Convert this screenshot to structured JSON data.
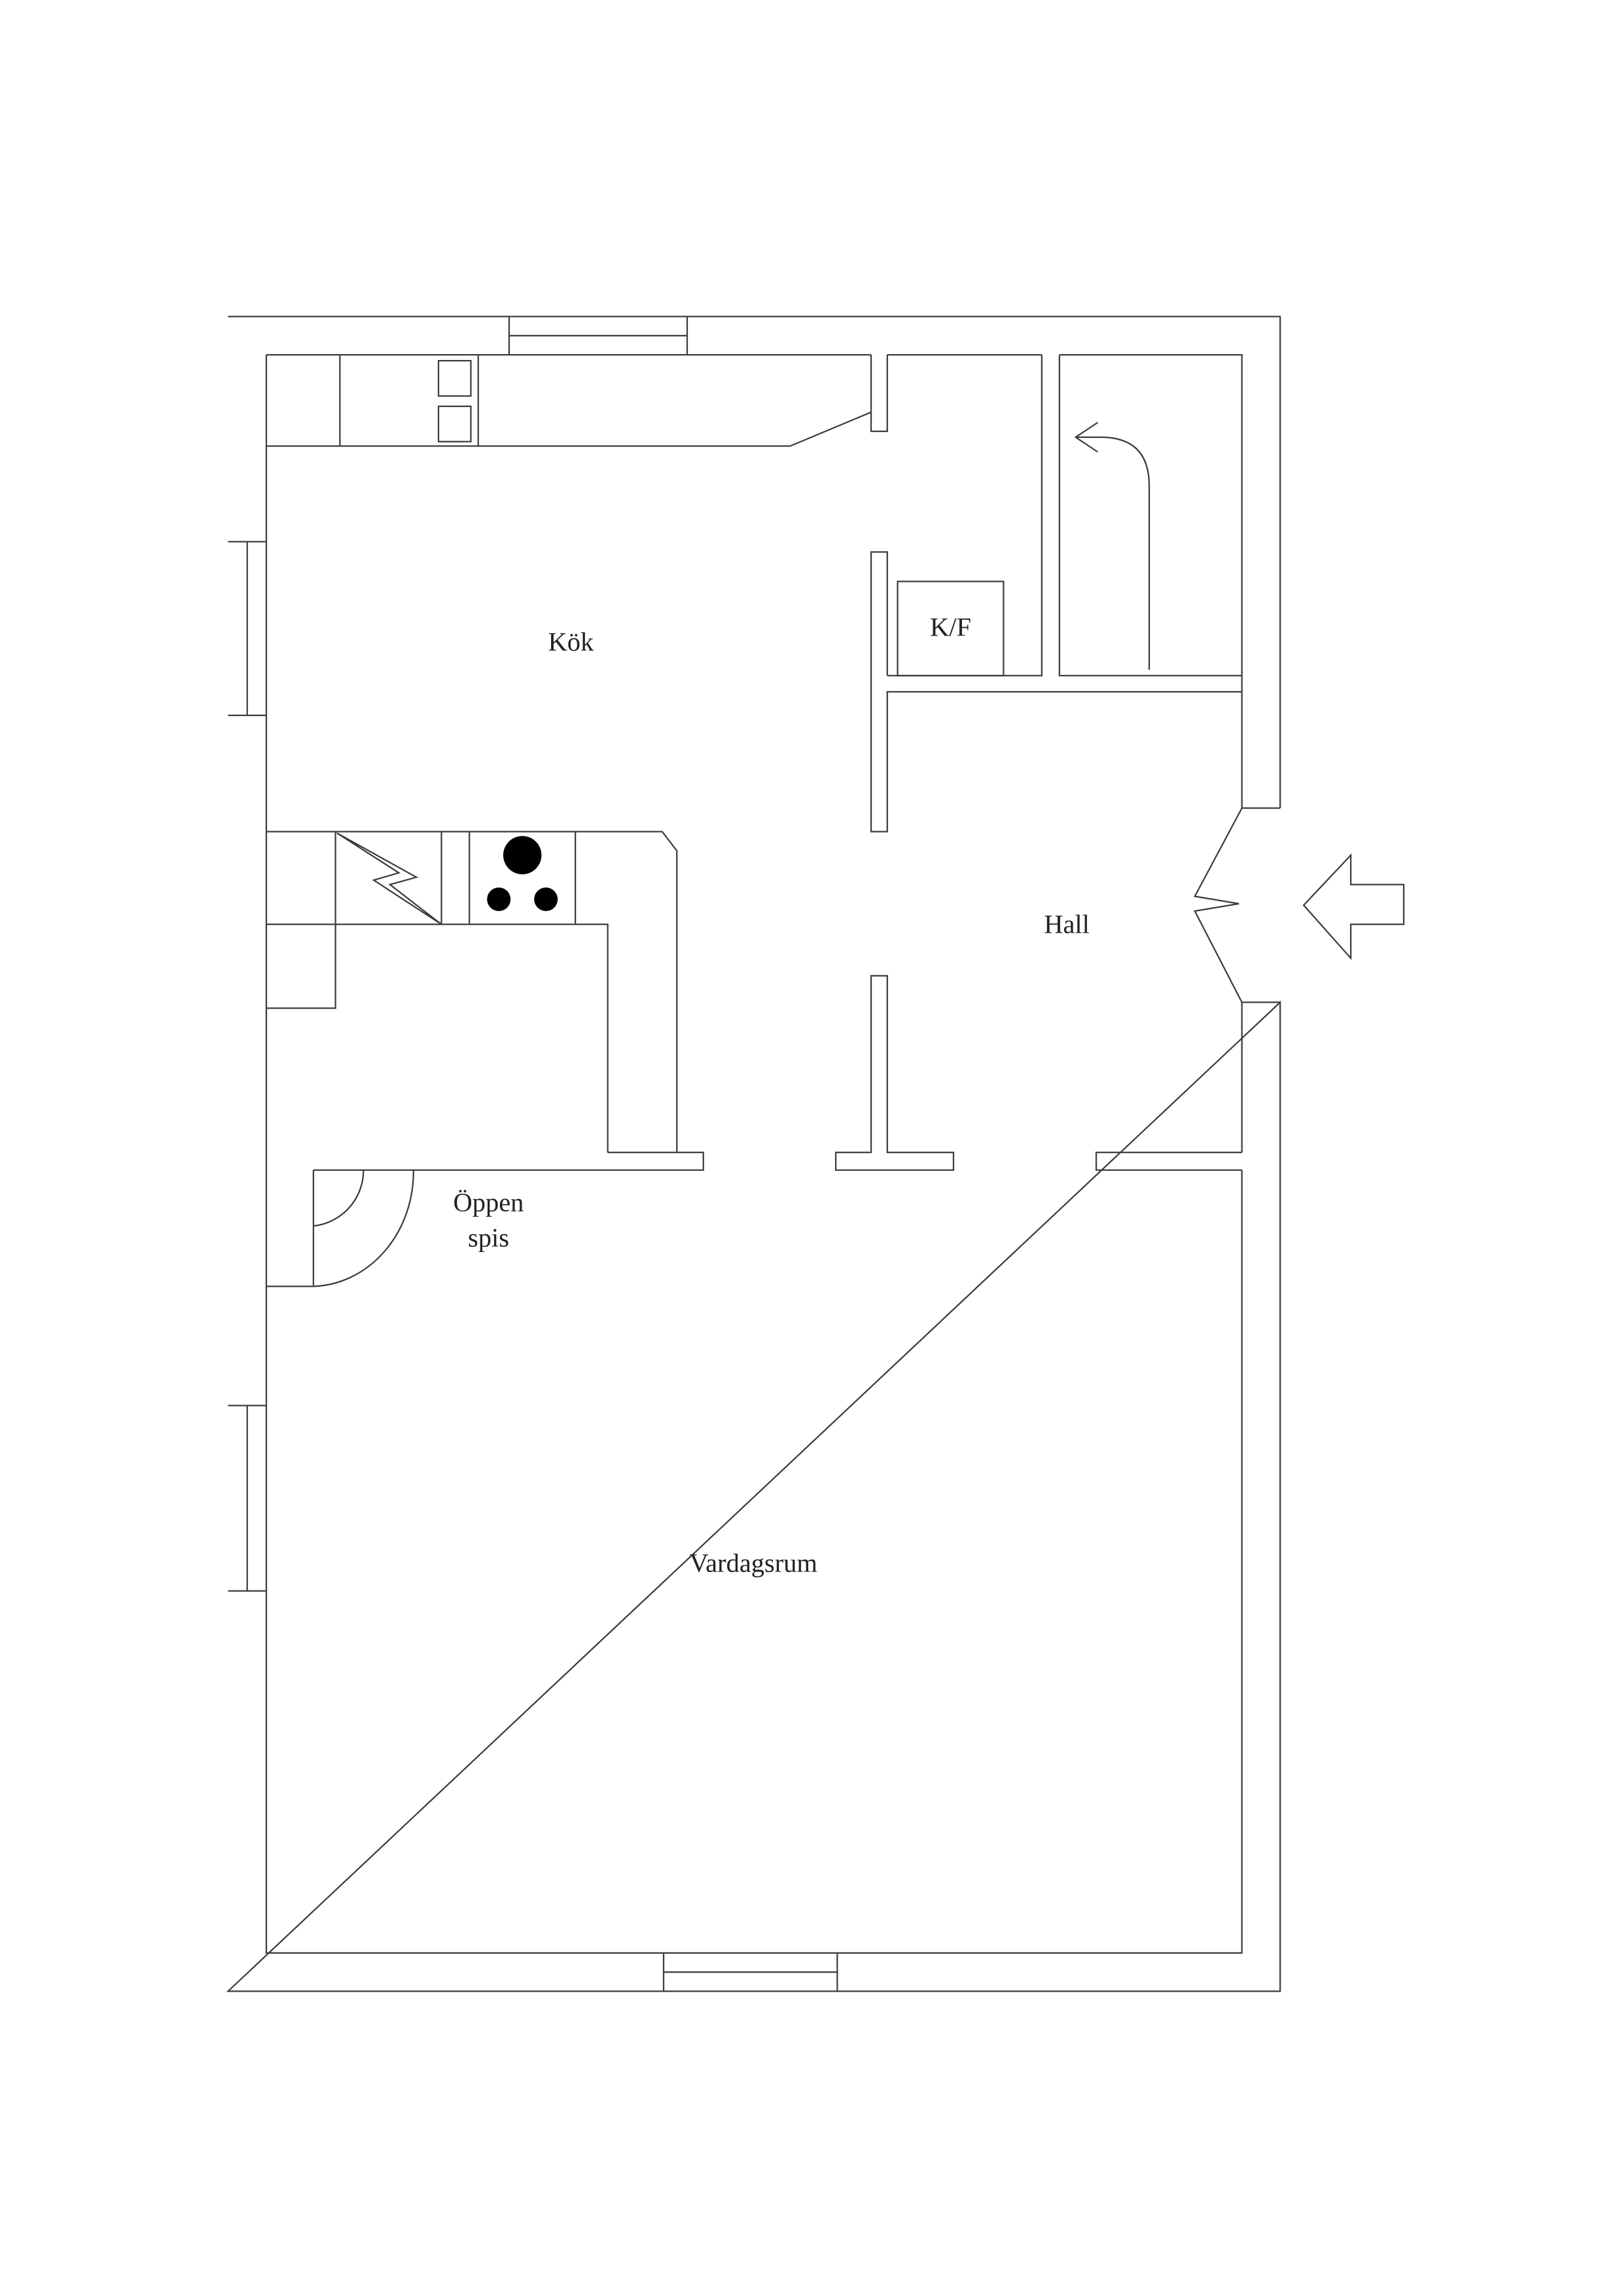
{
  "plan": {
    "background": "#ffffff",
    "line_color": "#3c3c3c",
    "text_color": "#222222"
  },
  "labels": {
    "kok": "Kök",
    "kf": "K/F",
    "hall": "Hall",
    "oppen_spis": [
      "Öppen",
      "spis"
    ],
    "vardagsrum": "Vardagsrum"
  }
}
